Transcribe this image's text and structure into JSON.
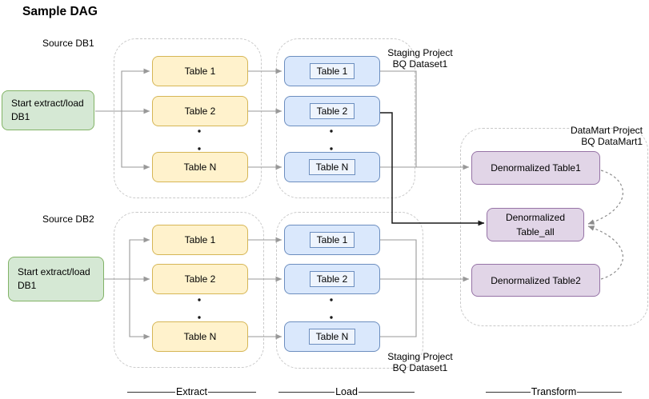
{
  "title": "Sample DAG",
  "source_db1_label": "Source DB1",
  "source_db2_label": "Source DB2",
  "start_db1": {
    "line1": "Start extract/load",
    "line2": "DB1"
  },
  "start_db2": {
    "line1": "Start extract/load",
    "line2": "DB1"
  },
  "extract_top": {
    "tables": [
      "Table 1",
      "Table 2",
      "Table N"
    ]
  },
  "load_top": {
    "tables": [
      "Table 1",
      "Table 2",
      "Table N"
    ]
  },
  "extract_bottom": {
    "tables": [
      "Table 1",
      "Table 2",
      "Table N"
    ]
  },
  "load_bottom": {
    "tables": [
      "Table 1",
      "Table 2",
      "Table N"
    ]
  },
  "staging_top": {
    "line1": "Staging Project",
    "line2": "BQ Dataset1"
  },
  "staging_bottom": {
    "line1": "Staging Project",
    "line2": "BQ Dataset1"
  },
  "datamart_label": {
    "line1": "DataMart Project",
    "line2": "BQ DataMart1"
  },
  "transform_nodes": {
    "denormalized_table1": "Denormalized Table1",
    "denormalized_table_all": {
      "line1": "Denormalized",
      "line2": "Table_all"
    },
    "denormalized_table2": "Denormalized Table2"
  },
  "phase_labels": {
    "extract": "Extract",
    "load": "Load",
    "transform": "Transform"
  },
  "colors": {
    "start_node_fill": "#d5e8d4",
    "start_node_stroke": "#82b366",
    "extract_node_fill": "#fff2cc",
    "extract_node_stroke": "#d6b656",
    "load_node_fill": "#dae8fc",
    "load_node_stroke": "#6c8ebf",
    "transform_node_fill": "#e1d5e7",
    "transform_node_stroke": "#9673a6",
    "connector_gray": "#999999",
    "connector_dark": "#1a1a1a",
    "dashed_dependency": "#8c8c8c",
    "container_border": "#c9c9c9"
  }
}
